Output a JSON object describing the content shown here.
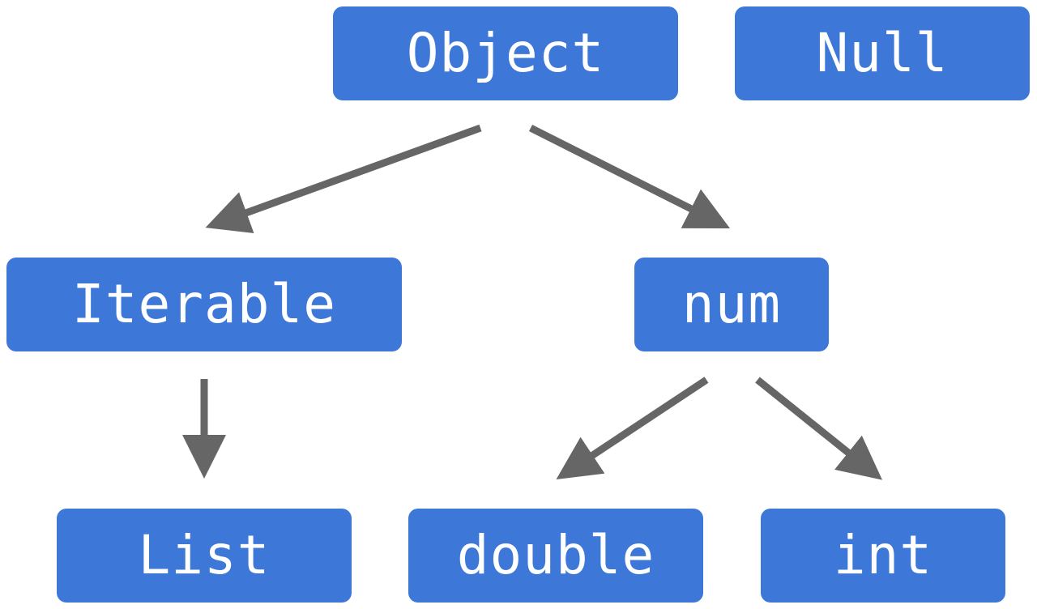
{
  "colors": {
    "node_fill": "#3d78d8",
    "node_text": "#ffffff",
    "arrow": "#666666"
  },
  "nodes": {
    "object": "Object",
    "null": "Null",
    "iterable": "Iterable",
    "num": "num",
    "list": "List",
    "double": "double",
    "int": "int"
  },
  "edges": [
    {
      "from": "object",
      "to": "iterable"
    },
    {
      "from": "object",
      "to": "num"
    },
    {
      "from": "iterable",
      "to": "list"
    },
    {
      "from": "num",
      "to": "double"
    },
    {
      "from": "num",
      "to": "int"
    }
  ]
}
